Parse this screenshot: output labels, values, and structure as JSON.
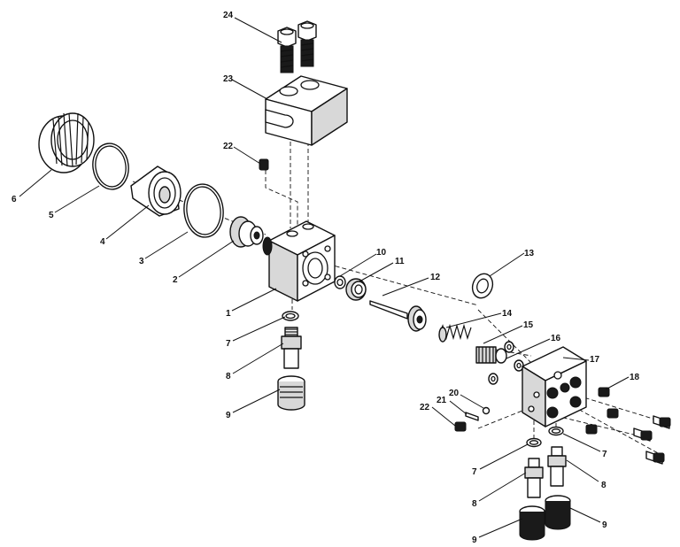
{
  "callouts": [
    {
      "id": "c24",
      "label": "24"
    },
    {
      "id": "c23",
      "label": "23"
    },
    {
      "id": "c22a",
      "label": "22"
    },
    {
      "id": "c6",
      "label": "6"
    },
    {
      "id": "c5",
      "label": "5"
    },
    {
      "id": "c4",
      "label": "4"
    },
    {
      "id": "c3",
      "label": "3"
    },
    {
      "id": "c2",
      "label": "2"
    },
    {
      "id": "c1",
      "label": "1"
    },
    {
      "id": "c7a",
      "label": "7"
    },
    {
      "id": "c8a",
      "label": "8"
    },
    {
      "id": "c9a",
      "label": "9"
    },
    {
      "id": "c10",
      "label": "10"
    },
    {
      "id": "c11",
      "label": "11"
    },
    {
      "id": "c12",
      "label": "12"
    },
    {
      "id": "c13",
      "label": "13"
    },
    {
      "id": "c14",
      "label": "14"
    },
    {
      "id": "c15",
      "label": "15"
    },
    {
      "id": "c16",
      "label": "16"
    },
    {
      "id": "c17",
      "label": "17"
    },
    {
      "id": "c18",
      "label": "18"
    },
    {
      "id": "c20",
      "label": "20"
    },
    {
      "id": "c21",
      "label": "21"
    },
    {
      "id": "c22b",
      "label": "22"
    },
    {
      "id": "c7b",
      "label": "7"
    },
    {
      "id": "c7c",
      "label": "7"
    },
    {
      "id": "c8b",
      "label": "8"
    },
    {
      "id": "c8c",
      "label": "8"
    },
    {
      "id": "c9b",
      "label": "9"
    },
    {
      "id": "c9c",
      "label": "9"
    }
  ]
}
